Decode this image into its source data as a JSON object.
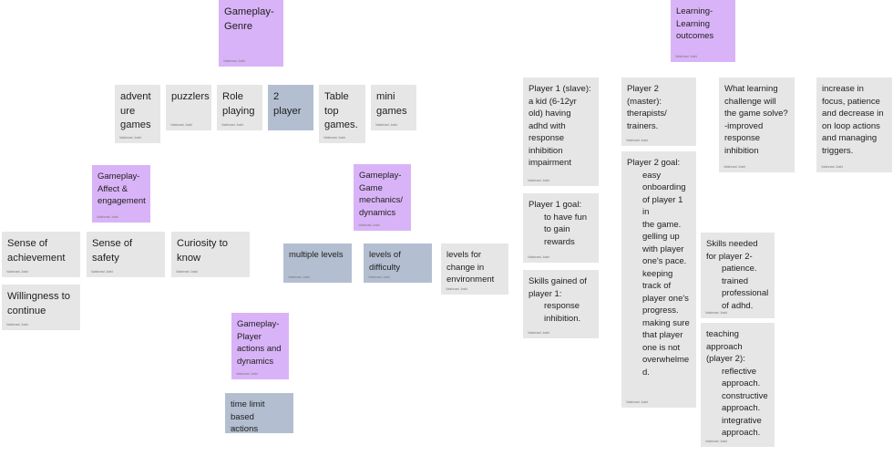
{
  "notes": {
    "gameplay_genre": {
      "text": "Gameplay-\nGenre",
      "author": "Vaishnavi Joshi"
    },
    "adventure": {
      "text": "advent\nure\ngames",
      "author": "Vaishnavi Joshi"
    },
    "puzzlers": {
      "text": "puzzlers",
      "author": "Vaishnavi Joshi"
    },
    "role_playing": {
      "text": "Role\nplaying",
      "author": "Vaishnavi Joshi"
    },
    "two_player": {
      "text": "2 player",
      "author": ""
    },
    "table_top": {
      "text": "Table\ntop\ngames.",
      "author": "Vaishnavi Joshi"
    },
    "mini_games": {
      "text": "mini\ngames",
      "author": "Vaishnavi Joshi"
    },
    "affect": {
      "text": "Gameplay-\nAffect &\nengagement",
      "author": "Vaishnavi Joshi"
    },
    "mechanics": {
      "text": "Gameplay-\nGame\nmechanics/\ndynamics",
      "author": "Vaishnavi Joshi"
    },
    "achievement": {
      "text": "Sense of\nachievement",
      "author": "Vaishnavi Joshi"
    },
    "safety": {
      "text": "Sense of safety",
      "author": "Vaishnavi Joshi"
    },
    "curiosity": {
      "text": "Curiosity to\nknow",
      "author": "Vaishnavi Joshi"
    },
    "willingness": {
      "text": "Willingness to\ncontinue",
      "author": "Vaishnavi Joshi"
    },
    "multiple_levels": {
      "text": "multiple levels",
      "author": "Vaishnavi Joshi"
    },
    "levels_difficulty": {
      "text": "levels of\ndifficulty",
      "author": "Vaishnavi Joshi"
    },
    "levels_change": {
      "text": "levels for\nchange in\nenvironment",
      "author": "Vaishnavi Joshi"
    },
    "actions": {
      "text": "Gameplay-\nPlayer\nactions and\ndynamics",
      "author": "Vaishnavi Joshi"
    },
    "time_limit": {
      "text": "time limit based\nactions",
      "author": "Vaishnavi Joshi"
    },
    "learning": {
      "text": "Learning-\nLearning\noutcomes",
      "author": "Vaishnavi Joshi"
    },
    "player1": {
      "text": "Player 1 (slave):\na kid (6-12yr\nold) having\nadhd with\nresponse\ninhibition\nimpairment",
      "author": "Vaishnavi Joshi"
    },
    "player2": {
      "text": "Player 2\n(master):\ntherapists/\ntrainers.",
      "author": "Vaishnavi Joshi"
    },
    "challenge": {
      "text": "What learning\nchallenge will\nthe game solve?\n-improved\nresponse\ninhibition",
      "author": "Vaishnavi Joshi"
    },
    "increase": {
      "text": "increase in\nfocus, patience\nand decrease in\non loop actions\nand managing\ntriggers.",
      "author": "Vaishnavi Joshi"
    },
    "p1_goal": {
      "text": "Player 1 goal:",
      "items": [
        "to have fun",
        "to gain\nrewards"
      ],
      "author": "Vaishnavi Joshi"
    },
    "skills_gained": {
      "text": "Skills gained of\nplayer 1:",
      "items": [
        "response\ninhibition."
      ],
      "author": "Vaishnavi Joshi"
    },
    "p2_goal": {
      "text": "Player 2 goal:",
      "items": [
        "easy\nonboarding\nof player 1 in\nthe game.",
        "gelling up\nwith player\none's pace.",
        "keeping\ntrack of\nplayer one's\nprogress.",
        "making sure\nthat player\none is not\noverwhelme\nd."
      ],
      "author": "Vaishnavi Joshi"
    },
    "skills_needed": {
      "text": "Skills needed\nfor player 2-",
      "items": [
        "patience.",
        "trained\nprofessional\nof adhd."
      ],
      "author": "Vaishnavi Joshi"
    },
    "teaching": {
      "text": "teaching\napproach\n(player 2):",
      "items": [
        "reflective\napproach.",
        "constructive\napproach.",
        "integrative\napproach."
      ],
      "author": "Vaishnavi Joshi"
    }
  }
}
